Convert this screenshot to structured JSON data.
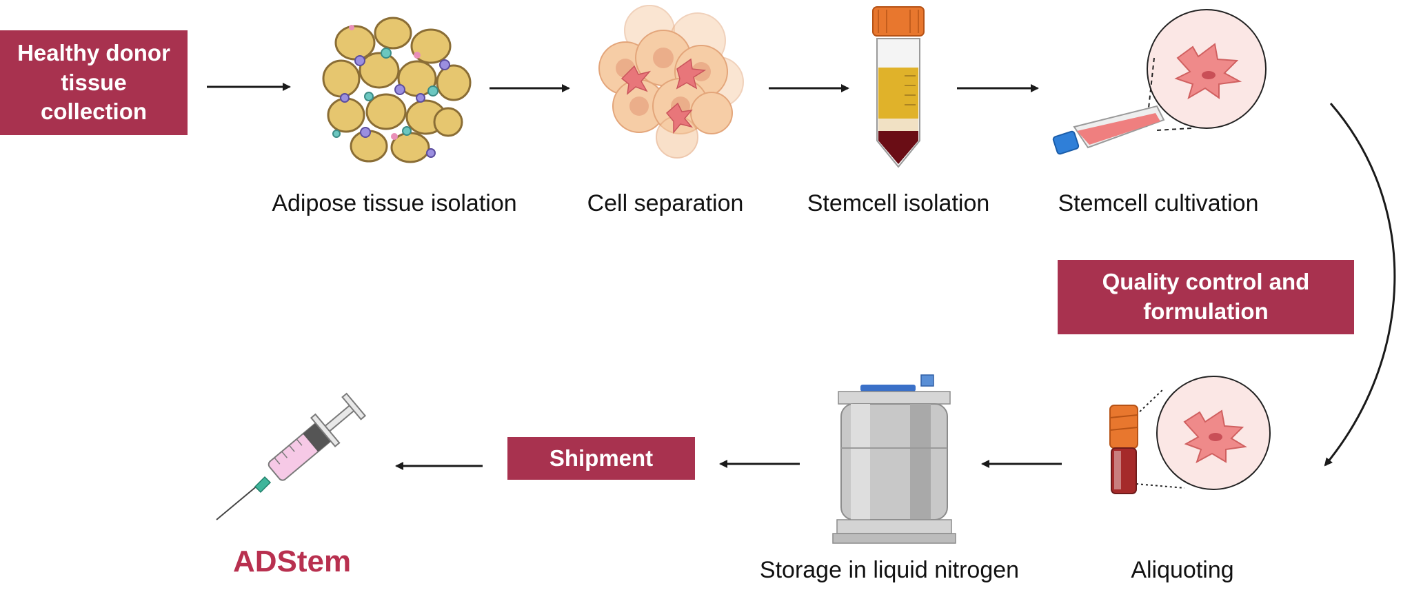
{
  "boxes": {
    "donor": "Healthy donor tissue collection",
    "quality": "Quality control and formulation",
    "shipment": "Shipment"
  },
  "steps": {
    "adipose": "Adipose tissue isolation",
    "separation": "Cell separation",
    "stemcell_isolation": "Stemcell isolation",
    "cultivation": "Stemcell cultivation",
    "aliquoting": "Aliquoting",
    "storage": "Storage in liquid nitrogen"
  },
  "product": "ADStem",
  "colors": {
    "box": "#a8324f",
    "brand": "#b8304f",
    "arrow": "#1a1a1a",
    "cell_pink": "#ef8a8a",
    "fat_yellow": "#e6c66f"
  },
  "icons": [
    "fat-tissue-icon",
    "cell-cluster-icon",
    "centrifuge-tube-icon",
    "culture-flask-icon",
    "cryovial-icon",
    "nitrogen-tank-icon",
    "syringe-icon",
    "stem-cell-icon"
  ]
}
